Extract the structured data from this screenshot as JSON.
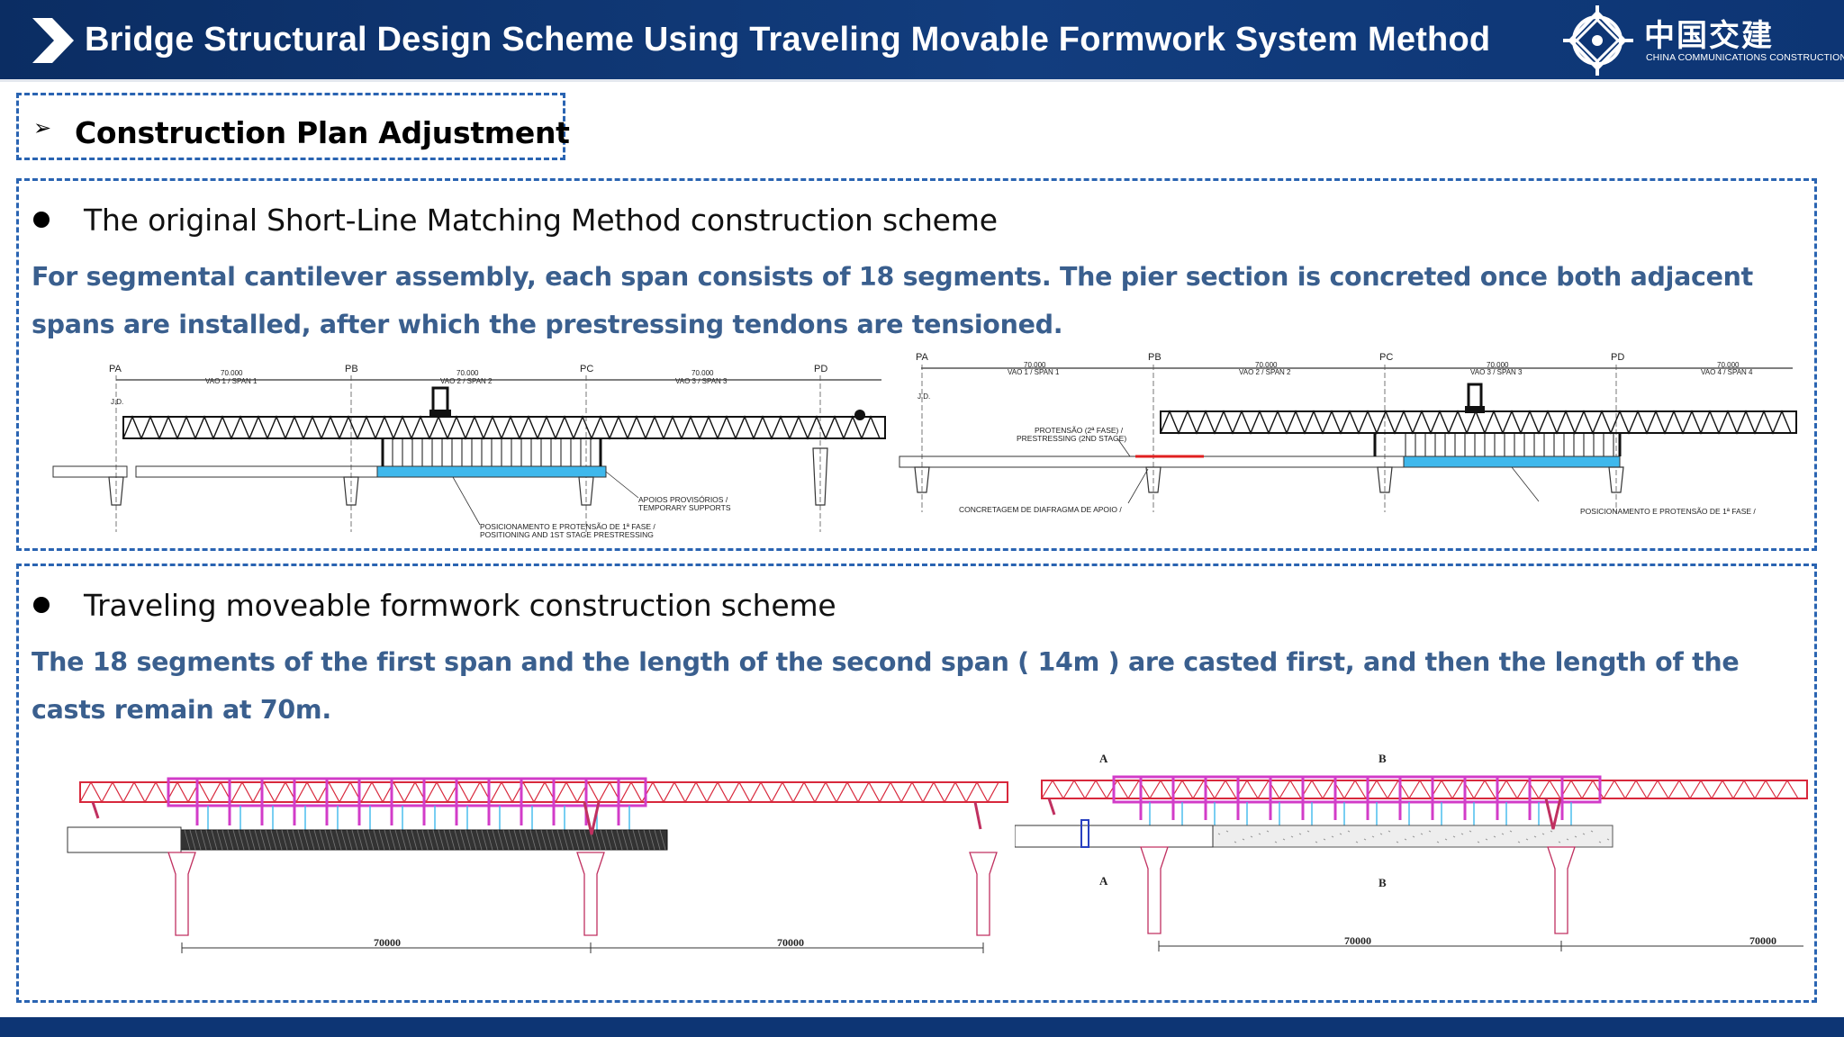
{
  "header": {
    "title": "Bridge Structural Design Scheme Using Traveling Movable Formwork System Method",
    "logo_cn": "中国交建",
    "logo_en": "CHINA COMMUNICATIONS CONSTRUCTION"
  },
  "plan": {
    "label": "Construction Plan Adjustment"
  },
  "section1": {
    "heading": "The original Short-Line Matching Method construction scheme",
    "description": "For segmental cantilever assembly, each span consists of 18 segments. The pier section is concreted once both adjacent spans are installed, after which the prestressing tendons are tensioned.",
    "drawing_left": {
      "piers": [
        "PA",
        "PB",
        "PC",
        "PD"
      ],
      "spans": [
        {
          "dim": "70.000",
          "name": "VAO 1 / SPAN 1"
        },
        {
          "dim": "70.000",
          "name": "VAO 2 / SPAN 2"
        },
        {
          "dim": "70.000",
          "name": "VAO 3 / SPAN 3"
        }
      ],
      "jd": "J.D.",
      "note1_a": "APOIOS PROVISÓRIOS /",
      "note1_b": "TEMPORARY SUPPORTS",
      "note2_a": "POSICIONAMENTO E PROTENSÃO DE 1ª FASE /",
      "note2_b": "POSITIONING AND 1ST STAGE PRESTRESSING"
    },
    "drawing_right": {
      "piers": [
        "PA",
        "PB",
        "PC",
        "PD"
      ],
      "spans": [
        {
          "dim": "70.000",
          "name": "VAO 1 / SPAN 1"
        },
        {
          "dim": "70.000",
          "name": "VAO 2 / SPAN 2"
        },
        {
          "dim": "70.000",
          "name": "VAO 3 / SPAN 3"
        },
        {
          "dim": "70.000",
          "name": "VAO 4 / SPAN 4"
        }
      ],
      "jd": "J.D.",
      "note1_a": "PROTENSÃO (2ª FASE) /",
      "note1_b": "PRESTRESSING (2ND STAGE)",
      "note2": "CONCRETAGEM DE DIAFRAGMA DE APOIO /",
      "note3": "POSICIONAMENTO E PROTENSÃO DE 1ª FASE /"
    }
  },
  "section2": {
    "heading": "Traveling moveable formwork construction scheme",
    "description": "The 18 segments of the first span and the length of the second span ( 14m ) are casted first, and then the length of the casts remain at 70m.",
    "drawing_left": {
      "dims": [
        "70000",
        "70000"
      ]
    },
    "drawing_right": {
      "dims": [
        "70000",
        "70000"
      ],
      "marks": [
        "A",
        "B",
        "A",
        "B"
      ]
    }
  },
  "colors": {
    "header_bg": "#0d3574",
    "dash_border": "#2a64b2",
    "desc_text": "#3a5f8e",
    "segment_cyan": "#3fb8ec",
    "formwork_magenta": "#d23cc8",
    "formwork_red": "#d8283c"
  }
}
